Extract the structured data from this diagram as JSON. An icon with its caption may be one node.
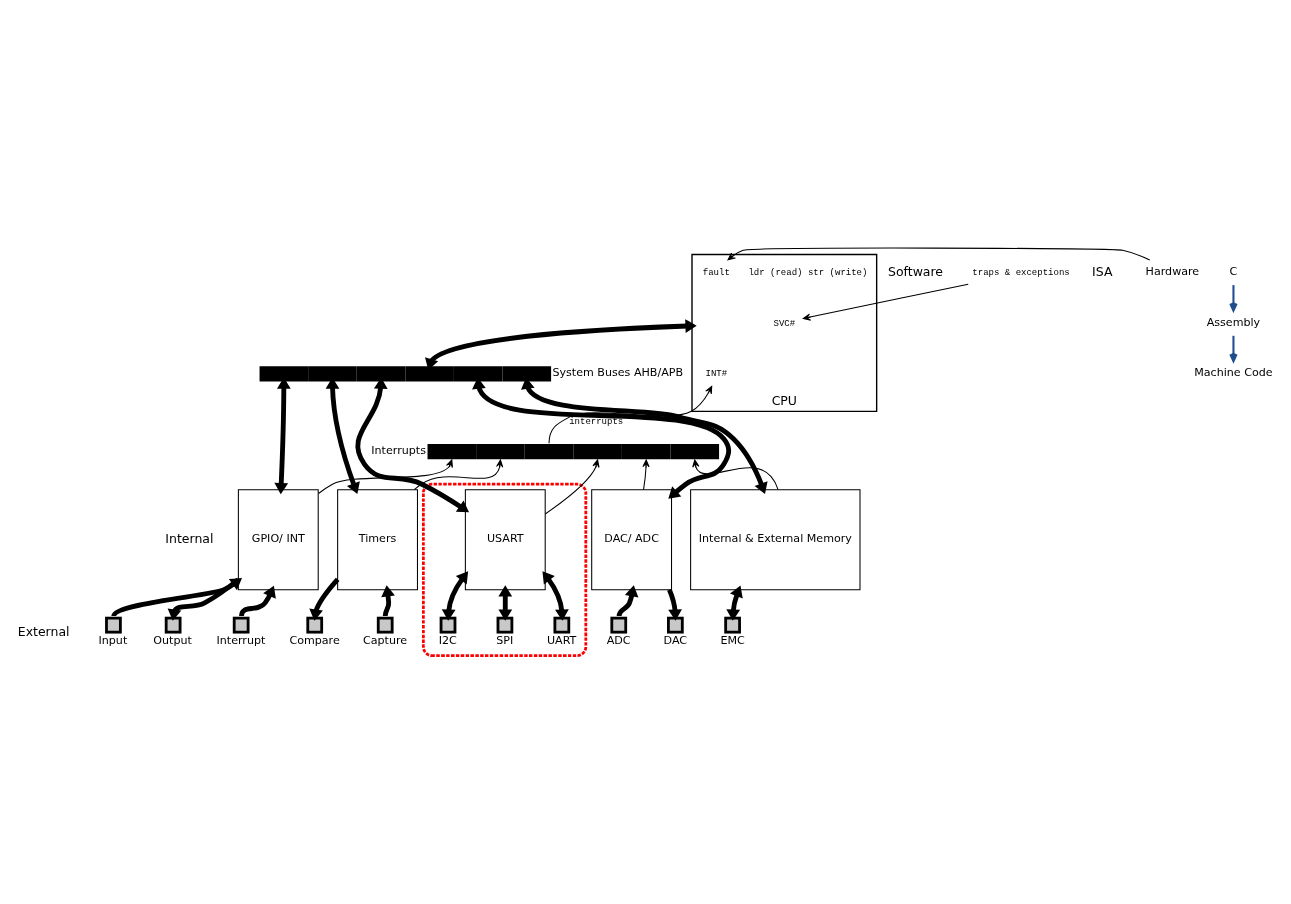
{
  "diagram": {
    "nodes": [
      {
        "text": [
          "CPU"
        ]
      },
      {
        "text": [
          "traps & exceptions"
        ]
      },
      {
        "text": [
          "SVC#"
        ],
        "in": 0
      },
      {
        "text": [
          "ldr (read) str (write)"
        ],
        "in": 0
      },
      {
        "text": [
          "Hardware"
        ]
      },
      {
        "text": [
          "fault"
        ],
        "in": 0
      },
      {
        "text": [
          "INT#"
        ],
        "in": 0
      },
      {
        "text": [],
        "shape": "bar",
        "beside": [
          "System Buses AHB/APB"
        ]
      },
      {
        "text": [],
        "shape": "bar",
        "beside": [
          "Interrupts"
        ]
      },
      {
        "text": [
          "GPIO/ INT"
        ]
      },
      {
        "text": [
          "Timers"
        ]
      },
      {
        "text": [],
        "shape": "box"
      },
      {
        "text": [
          "USART"
        ],
        "in": 11
      },
      {
        "text": [
          "DAC/ ADC"
        ]
      },
      {
        "text": [
          "Internal & External Memory"
        ]
      },
      {
        "text": [],
        "shape": "box",
        "beside": [
          "Input"
        ]
      },
      {
        "text": [],
        "shape": "box",
        "beside": [
          "Output"
        ]
      },
      {
        "text": [],
        "shape": "box",
        "beside": [
          "Interrupt"
        ]
      },
      {
        "text": [],
        "shape": "box",
        "beside": [
          "Compare"
        ]
      },
      {
        "text": [],
        "shape": "box",
        "beside": [
          "Capture"
        ]
      },
      {
        "text": [],
        "shape": "box",
        "beside": [
          "I2C"
        ],
        "in": 11
      },
      {
        "text": [],
        "shape": "box",
        "beside": [
          "SPI"
        ],
        "in": 11
      },
      {
        "text": [],
        "shape": "box",
        "beside": [
          "UART"
        ],
        "in": 11
      },
      {
        "text": [],
        "shape": "box",
        "beside": [
          "ADC"
        ]
      },
      {
        "text": [],
        "shape": "box",
        "beside": [
          "DAC"
        ]
      },
      {
        "text": [],
        "shape": "box",
        "beside": [
          "EMC"
        ]
      },
      {
        "text": [
          "C"
        ]
      },
      {
        "text": [
          "Assembly"
        ]
      },
      {
        "text": [
          "Machine Code"
        ]
      }
    ],
    "edges": [
      {
        "from": 1,
        "to": 2,
        "arrow": "to"
      },
      {
        "from": 4,
        "to": 5,
        "arrow": "to"
      },
      {
        "from": 8,
        "to": 6,
        "arrow": "to",
        "label": "interrupts"
      },
      {
        "from": 0,
        "to": 7,
        "arrow": "both"
      },
      {
        "from": 7,
        "to": 9,
        "arrow": "both"
      },
      {
        "from": 7,
        "to": 10,
        "arrow": "both"
      },
      {
        "from": 7,
        "to": 12,
        "arrow": "both"
      },
      {
        "from": 7,
        "to": 13,
        "arrow": "both"
      },
      {
        "from": 7,
        "to": 14,
        "arrow": "both"
      },
      {
        "from": 9,
        "to": 8,
        "arrow": "to"
      },
      {
        "from": 10,
        "to": 8,
        "arrow": "to"
      },
      {
        "from": 12,
        "to": 8,
        "arrow": "to"
      },
      {
        "from": 13,
        "to": 8,
        "arrow": "to"
      },
      {
        "from": 14,
        "to": 8,
        "arrow": "to"
      },
      {
        "from": 15,
        "to": 9,
        "arrow": "to"
      },
      {
        "from": 9,
        "to": 16,
        "arrow": "to"
      },
      {
        "from": 17,
        "to": 9,
        "arrow": "to"
      },
      {
        "from": 10,
        "to": 18,
        "arrow": "to"
      },
      {
        "from": 19,
        "to": 10,
        "arrow": "to"
      },
      {
        "from": 12,
        "to": 20,
        "arrow": "both"
      },
      {
        "from": 12,
        "to": 21,
        "arrow": "both"
      },
      {
        "from": 12,
        "to": 22,
        "arrow": "both"
      },
      {
        "from": 23,
        "to": 13,
        "arrow": "to"
      },
      {
        "from": 13,
        "to": 24,
        "arrow": "to"
      },
      {
        "from": 14,
        "to": 25,
        "arrow": "both"
      },
      {
        "from": 26,
        "to": 27,
        "arrow": "to",
        "color": "#1f4e8c"
      },
      {
        "from": 27,
        "to": 28,
        "arrow": "to",
        "color": "#1f4e8c"
      }
    ],
    "labels": [
      "ISA",
      "Software",
      "Internal",
      "External"
    ]
  }
}
